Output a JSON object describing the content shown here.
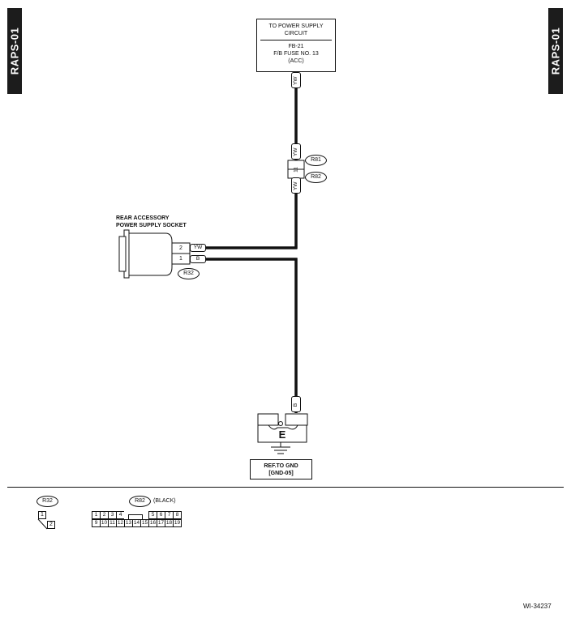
{
  "side_tab_left": "RAPS-01",
  "side_tab_right": "RAPS-01",
  "power_box": {
    "line1": "TO POWER SUPPLY",
    "line2": "CIRCUIT",
    "line3": "FB-21",
    "line4": "F/B FUSE NO. 13",
    "line5": "(ACC)"
  },
  "wires": {
    "top": "YW",
    "upper_mid": "YW",
    "lower_mid": "YW",
    "socket_pin2": "YW",
    "socket_pin1": "B",
    "ground": "B"
  },
  "connectors": {
    "r81": "R81",
    "r82": "R82",
    "r82_pin": "11",
    "r32": "R32"
  },
  "socket": {
    "line1": "REAR ACCESSORY",
    "line2": "POWER SUPPLY SOCKET",
    "pin_top": "2",
    "pin_bottom": "1"
  },
  "ground": {
    "letter": "E",
    "ref_line1": "REF.TO GND",
    "ref_line2": "[GND-05]"
  },
  "legend": {
    "r32_label": "R32",
    "r32_pins": [
      "1",
      "2"
    ],
    "r82_label": "R82",
    "r82_color": "(BLACK)",
    "r82_top_row": [
      "1",
      "2",
      "3",
      "4",
      "",
      "5",
      "6",
      "7",
      "8"
    ],
    "r82_bottom_row": [
      "9",
      "10",
      "11",
      "12",
      "13",
      "14",
      "15",
      "16",
      "17",
      "18",
      "19"
    ]
  },
  "figure_id": "WI-34237"
}
